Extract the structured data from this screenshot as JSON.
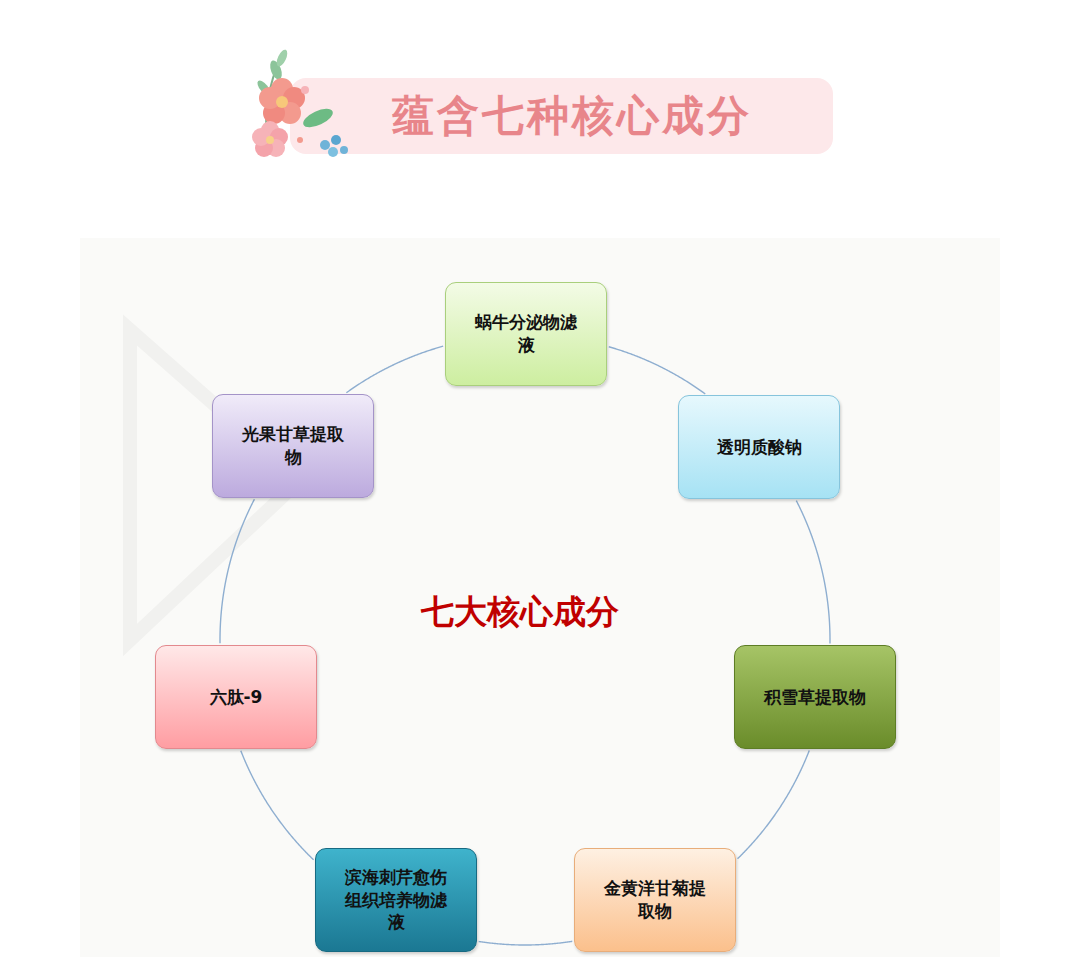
{
  "diagram": {
    "title": "蕴含七种核心成分",
    "nodes": [
      {
        "text": [
          "蜗牛分泌物滤液"
        ]
      },
      {
        "text": [
          "透明质酸钠"
        ]
      },
      {
        "text": [
          "积雪草提取物"
        ]
      },
      {
        "text": [
          "金黄洋甘菊提取物"
        ]
      },
      {
        "text": [
          "滨海刺芹愈伤组织培养物滤液"
        ]
      },
      {
        "text": [
          "六肽-9"
        ]
      },
      {
        "text": [
          "光果甘草提取物"
        ]
      }
    ],
    "edges": [
      {
        "from": 0,
        "to": 1,
        "arrow": "none"
      },
      {
        "from": 1,
        "to": 2,
        "arrow": "none"
      },
      {
        "from": 2,
        "to": 3,
        "arrow": "none"
      },
      {
        "from": 3,
        "to": 4,
        "arrow": "none"
      },
      {
        "from": 4,
        "to": 5,
        "arrow": "none"
      },
      {
        "from": 5,
        "to": 6,
        "arrow": "none"
      },
      {
        "from": 6,
        "to": 0,
        "arrow": "none"
      }
    ],
    "labels": [
      "七大核心成分"
    ]
  }
}
